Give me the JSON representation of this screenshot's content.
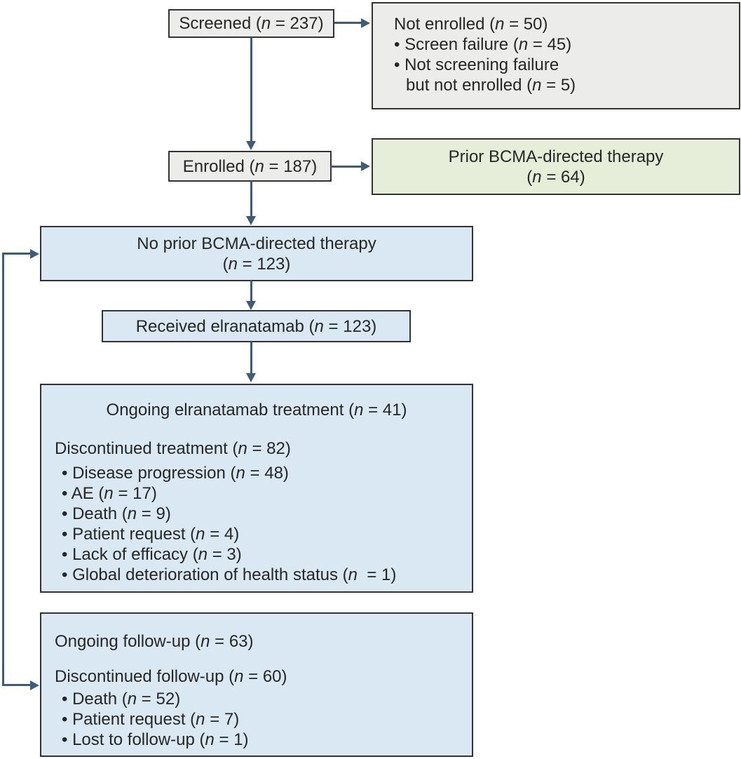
{
  "colors": {
    "gray": "#ECEDEA",
    "green": "#E6EEDA",
    "blue": "#DAE8F4",
    "border": "#333333",
    "arrow": "#3E5C78",
    "text": "#262626"
  },
  "boxes": {
    "screened": {
      "label": "Screened (n = 237)"
    },
    "not_enrolled": {
      "title": "Not enrolled (n = 50)",
      "bullets": [
        "• Screen failure (n = 45)",
        "• Not screening failure"
      ],
      "bullet_continuation": "but not enrolled (n = 5)"
    },
    "enrolled": {
      "label": "Enrolled (n = 187)"
    },
    "prior_bcma": {
      "line1": "Prior BCMA-directed therapy",
      "line2": "(n = 64)"
    },
    "no_prior": {
      "line1": "No prior BCMA-directed therapy",
      "line2": "(n = 123)"
    },
    "received": {
      "label": "Received elranatamab (n = 123)"
    },
    "treatment": {
      "ongoing": "Ongoing elranatamab treatment (n = 41)",
      "discontinued": "Discontinued treatment (n = 82)",
      "bullets": [
        "• Disease progression (n = 48)",
        "• AE (n = 17)",
        "• Death (n = 9)",
        "• Patient request (n = 4)",
        "• Lack of efficacy (n = 3)",
        "• Global deterioration of health status (n  = 1)"
      ]
    },
    "follow_up": {
      "ongoing": "Ongoing follow-up (n = 63)",
      "discontinued": "Discontinued follow-up (n = 60)",
      "bullets": [
        "• Death (n = 52)",
        "• Patient request (n = 7)",
        "• Lost to follow-up (n = 1)"
      ]
    }
  }
}
